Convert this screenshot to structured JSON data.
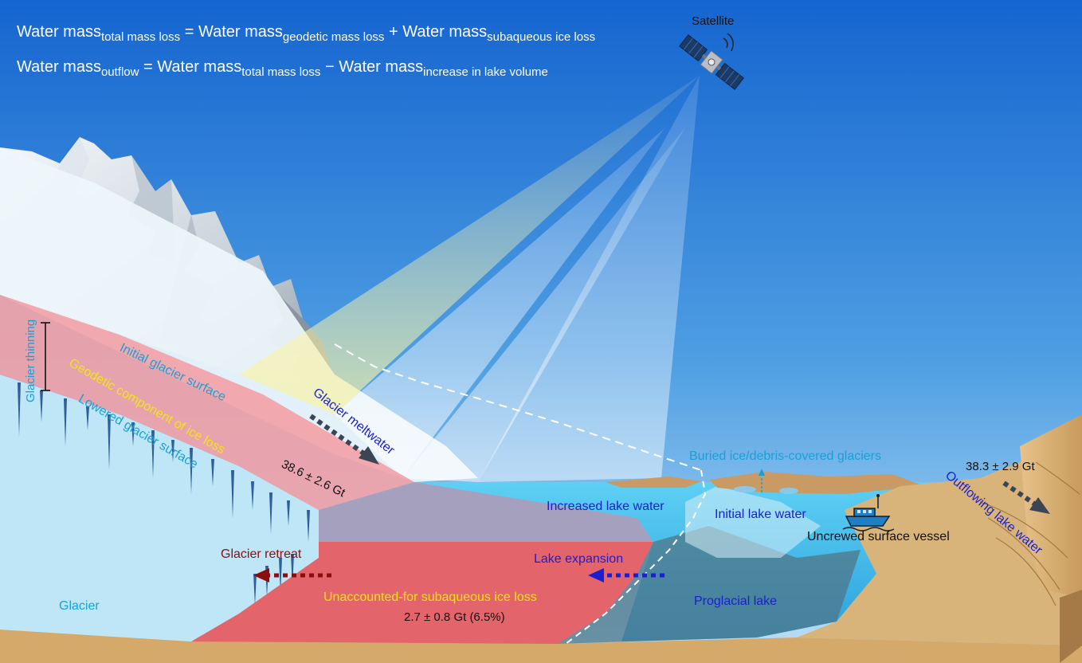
{
  "formulas": {
    "line1": {
      "a": "Water mass",
      "a_sub": "total mass loss",
      "eq": " = ",
      "b": "Water mass",
      "b_sub": "geodetic mass loss",
      "op": " + ",
      "c": "Water mass",
      "c_sub": "subaqueous ice loss"
    },
    "line2": {
      "a": "Water mass",
      "a_sub": "outflow",
      "eq": " = ",
      "b": "Water mass",
      "b_sub": "total mass loss",
      "op": " − ",
      "c": "Water mass",
      "c_sub": "increase in lake volume"
    }
  },
  "labels": {
    "satellite": "Satellite",
    "glacier_thinning": "Glacier thinning",
    "initial_glacier_surface": "Initial glacier surface",
    "geodetic_component": "Geodetic component of ice loss",
    "lowered_glacier_surface": "Lowered glacier surface",
    "glacier_meltwater": "Glacier meltwater",
    "geodetic_value": "38.6 ± 2.6 Gt",
    "buried_ice": "Buried ice/debris-covered glaciers",
    "outflow_value": "38.3 ± 2.9 Gt",
    "outflowing_lake_water": "Outflowing lake water",
    "increased_lake_water": "Increased lake water",
    "initial_lake_water": "Initial lake water",
    "uncrewed_vessel": "Uncrewed surface vessel",
    "glacier_retreat": "Glacier retreat",
    "lake_expansion": "Lake expansion",
    "unaccounted_loss": "Unaccounted-for subaqueous ice loss",
    "unaccounted_value": "2.7 ± 0.8 Gt (6.5%)",
    "glacier": "Glacier",
    "proglacial_lake": "Proglacial lake"
  },
  "colors": {
    "sky_top": "#1565d0",
    "sky_bottom": "#a8d4f2",
    "glacier_ice": "#bfe6f6",
    "geodetic_pink": "#f2a3a8",
    "subaqueous_red": "#e4646c",
    "lake_water": "#4cc3ef",
    "ground": "#d4a96a",
    "label_cyan": "#1a9fd6",
    "label_blue": "#1a1fcf",
    "label_yellow": "#f4e21a",
    "label_darkred": "#8b0d0d",
    "arrow_gray": "#3b4556"
  }
}
